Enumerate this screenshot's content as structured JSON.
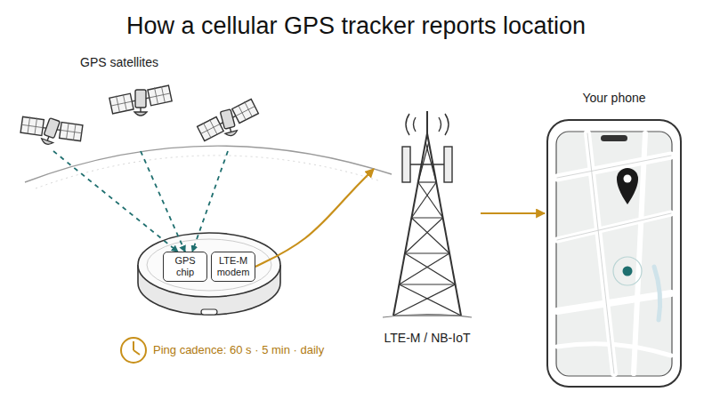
{
  "diagram": {
    "title": "How a cellular GPS tracker reports location",
    "nodes": [
      {
        "text": [
          "GPS satellites"
        ]
      },
      {
        "text": [
          "GPS chip"
        ]
      },
      {
        "text": [
          "LTE-M modem"
        ]
      },
      {
        "text": [
          "LTE-M / NB-IoT"
        ]
      },
      {
        "text": [
          "Your phone"
        ]
      }
    ],
    "edges": [
      {
        "from": 0,
        "to": 1,
        "arrow": "to"
      },
      {
        "from": 2,
        "to": 3,
        "arrow": "to"
      },
      {
        "from": 3,
        "to": 4,
        "arrow": "to"
      }
    ],
    "labels": [
      "Ping cadence: 60 s · 5 min · daily"
    ]
  }
}
